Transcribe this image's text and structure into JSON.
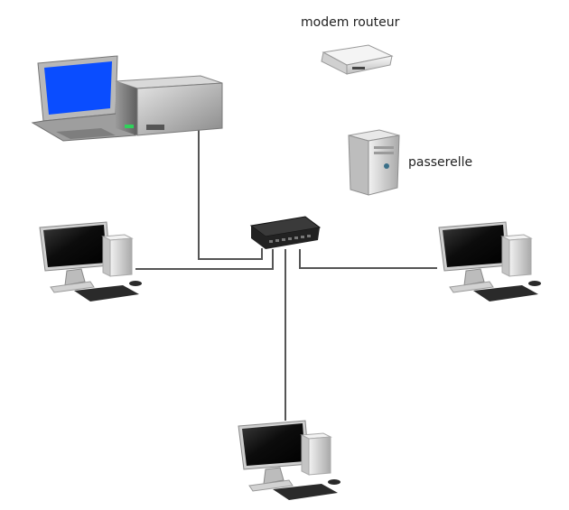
{
  "labels": {
    "modem": "modem routeur",
    "gateway": "passerelle"
  },
  "colors": {
    "link": "#555555",
    "laptop_screen": "#0a4dff",
    "monitor_screen": "#0e0e0e",
    "device_body": "#c7c7c7",
    "switch_body": "#222222",
    "server_led": "#2fd25b"
  },
  "nodes": [
    {
      "id": "laptop",
      "icon": "laptop-icon"
    },
    {
      "id": "server",
      "icon": "server-icon"
    },
    {
      "id": "modem",
      "icon": "modem-router-icon"
    },
    {
      "id": "gateway",
      "icon": "tower-pc-icon"
    },
    {
      "id": "switch",
      "icon": "network-switch-icon"
    },
    {
      "id": "pc-left",
      "icon": "desktop-computer-icon"
    },
    {
      "id": "pc-right",
      "icon": "desktop-computer-icon"
    },
    {
      "id": "pc-bottom",
      "icon": "desktop-computer-icon"
    }
  ],
  "links": [
    {
      "from": "server",
      "to": "switch"
    },
    {
      "from": "pc-left",
      "to": "switch"
    },
    {
      "from": "pc-right",
      "to": "switch"
    },
    {
      "from": "pc-bottom",
      "to": "switch"
    }
  ]
}
